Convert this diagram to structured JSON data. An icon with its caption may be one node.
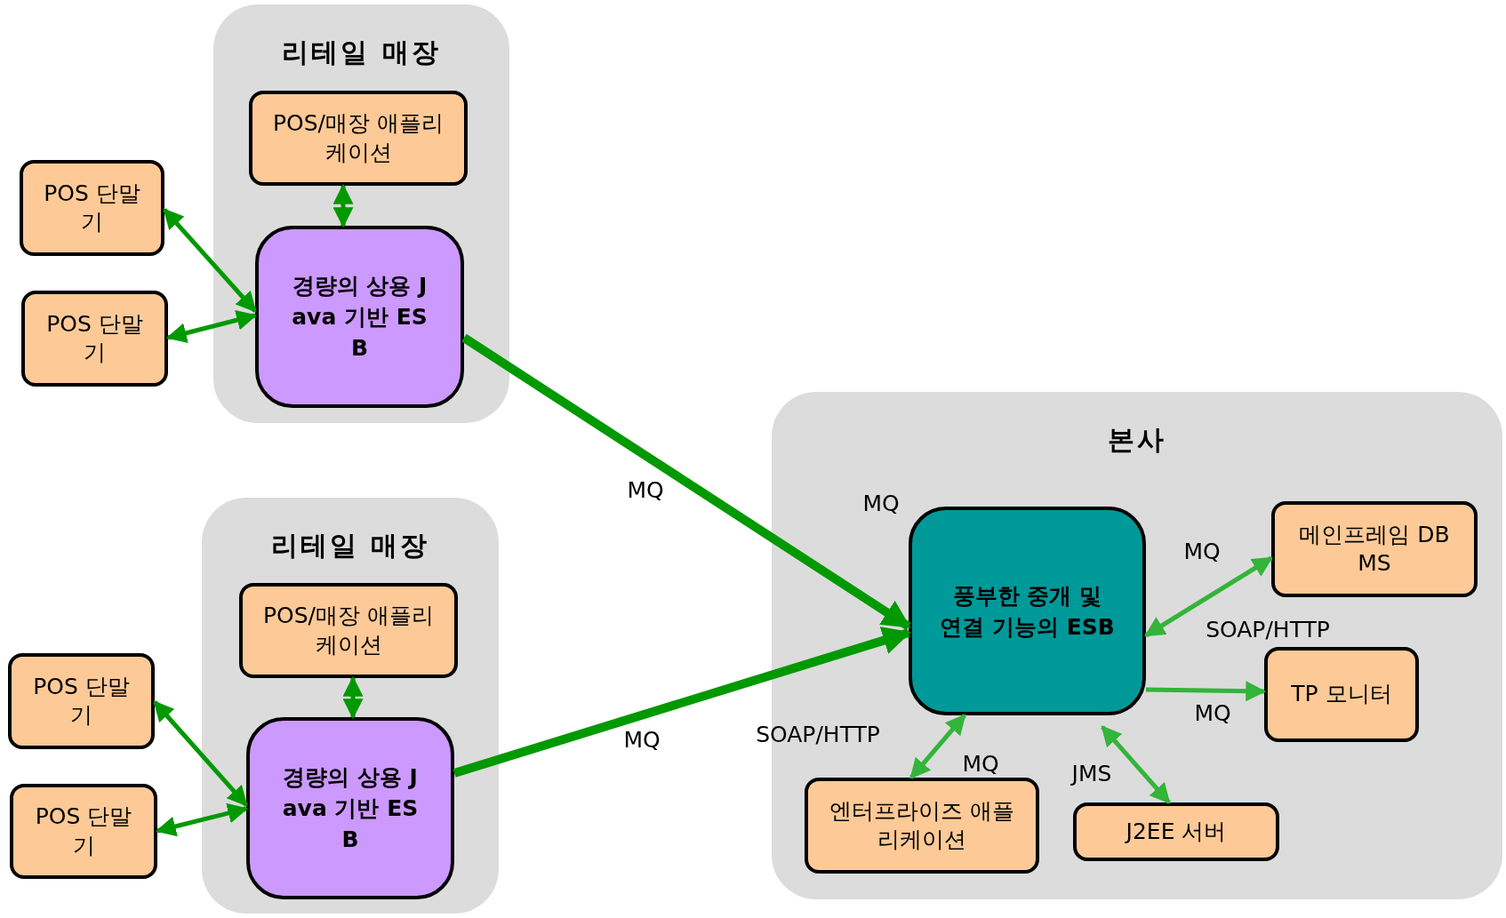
{
  "diagram": {
    "nodes": [
      {
        "text": [
          "리테일 매장"
        ]
      },
      {
        "text": [
          "POS/매장 애플리케이션"
        ],
        "in": 0
      },
      {
        "text": [
          "경량의 상용 Java 기반 ESB"
        ],
        "in": 0
      },
      {
        "text": [
          "POS 단말기"
        ]
      },
      {
        "text": [
          "POS 단말기"
        ]
      },
      {
        "text": [
          "리테일 매장"
        ]
      },
      {
        "text": [
          "POS/매장 애플리케이션"
        ],
        "in": 5
      },
      {
        "text": [
          "경량의 상용 Java 기반 ESB"
        ],
        "in": 5
      },
      {
        "text": [
          "POS 단말기"
        ]
      },
      {
        "text": [
          "POS 단말기"
        ]
      },
      {
        "text": [
          "본사"
        ]
      },
      {
        "text": [
          "풍부한 중개 및 연결 기능의 ESB"
        ],
        "in": 10
      },
      {
        "text": [
          "메인프레임 DBMS"
        ],
        "in": 10
      },
      {
        "text": [
          "TP 모니터"
        ],
        "in": 10
      },
      {
        "text": [
          "엔터프라이즈 애플리케이션"
        ],
        "in": 10
      },
      {
        "text": [
          "J2EE 서버"
        ],
        "in": 10
      }
    ],
    "edges": [
      {
        "from": 1,
        "to": 2,
        "arrow": "both"
      },
      {
        "from": 3,
        "to": 2,
        "arrow": "both"
      },
      {
        "from": 4,
        "to": 2,
        "arrow": "both"
      },
      {
        "from": 6,
        "to": 7,
        "arrow": "both"
      },
      {
        "from": 8,
        "to": 7,
        "arrow": "both"
      },
      {
        "from": 9,
        "to": 7,
        "arrow": "both"
      },
      {
        "from": 2,
        "to": 11,
        "arrow": "to",
        "label": "MQ",
        "style": "thick"
      },
      {
        "from": 7,
        "to": 11,
        "arrow": "to",
        "label": "MQ",
        "style": "thick"
      },
      {
        "from": 11,
        "to": 12,
        "arrow": "both",
        "label": "MQ",
        "color": "#33b43a"
      },
      {
        "from": 11,
        "to": 13,
        "arrow": "to",
        "label": "MQ",
        "color": "#33b43a"
      },
      {
        "from": 11,
        "to": 14,
        "arrow": "both",
        "label": "MQ",
        "color": "#33b43a"
      },
      {
        "from": 11,
        "to": 15,
        "arrow": "both",
        "label": "JMS",
        "color": "#33b43a"
      }
    ],
    "labels": [
      "MQ",
      "SOAP/HTTP",
      "SOAP/HTTP"
    ]
  }
}
